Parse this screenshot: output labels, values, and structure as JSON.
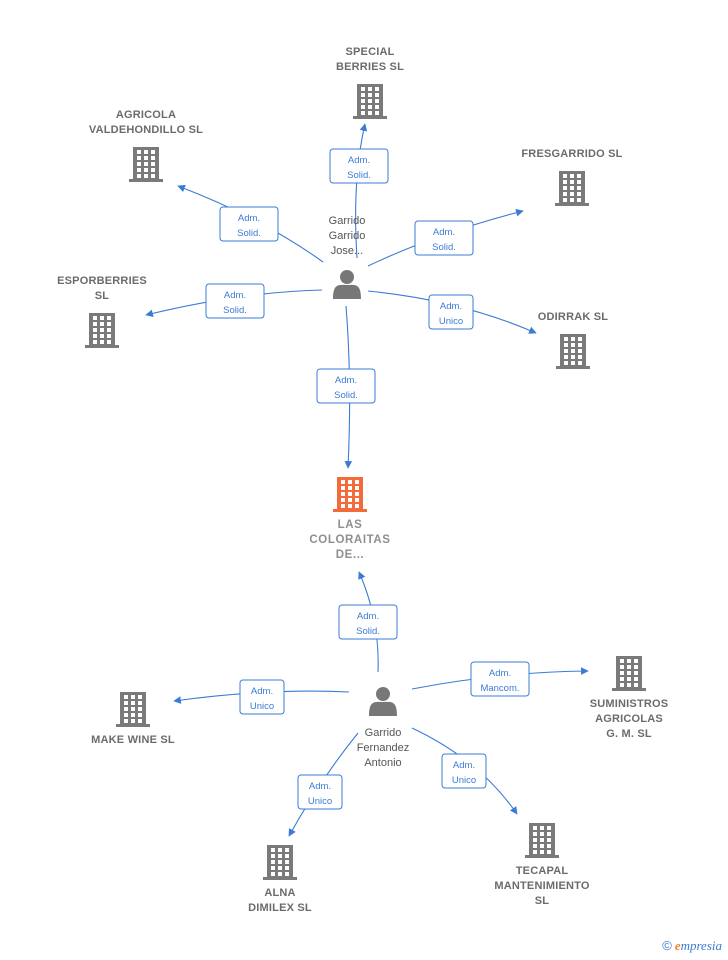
{
  "colors": {
    "edge": "#3b7bd4",
    "building": "#7a7a7a",
    "building_focus": "#f26b3a",
    "person": "#777777"
  },
  "companies": [
    {
      "id": "special",
      "lines": [
        "SPECIAL",
        "BERRIES  SL"
      ],
      "focus": false
    },
    {
      "id": "agricola",
      "lines": [
        "AGRICOLA",
        "VALDEHONDILLO SL"
      ],
      "focus": false
    },
    {
      "id": "fresgarrido",
      "lines": [
        "FRESGARRIDO SL"
      ],
      "focus": false
    },
    {
      "id": "esporberries",
      "lines": [
        "ESPORBERRIES",
        "SL"
      ],
      "focus": false
    },
    {
      "id": "odirrak",
      "lines": [
        "ODIRRAK  SL"
      ],
      "focus": false
    },
    {
      "id": "coloraitas",
      "lines": [
        "LAS",
        "COLORAITAS",
        "DE..."
      ],
      "focus": true
    },
    {
      "id": "makewine",
      "lines": [
        "MAKE WINE  SL"
      ],
      "focus": false
    },
    {
      "id": "suministros",
      "lines": [
        "SUMINISTROS",
        "AGRICOLAS",
        "G. M.  SL"
      ],
      "focus": false
    },
    {
      "id": "tecapal",
      "lines": [
        "TECAPAL",
        "MANTENIMIENTO",
        "SL"
      ],
      "focus": false
    },
    {
      "id": "alna",
      "lines": [
        "ALNA",
        "DIMILEX  SL"
      ],
      "focus": false
    }
  ],
  "people": [
    {
      "id": "garrido_jose",
      "lines": [
        "Garrido",
        "Garrido",
        "Jose..."
      ]
    },
    {
      "id": "garrido_antonio",
      "lines": [
        "Garrido",
        "Fernandez",
        "Antonio"
      ]
    }
  ],
  "edges": [
    {
      "from": "garrido_jose",
      "to": "special",
      "role": [
        "Adm.",
        "Solid."
      ]
    },
    {
      "from": "garrido_jose",
      "to": "agricola",
      "role": [
        "Adm.",
        "Solid."
      ]
    },
    {
      "from": "garrido_jose",
      "to": "fresgarrido",
      "role": [
        "Adm.",
        "Solid."
      ]
    },
    {
      "from": "garrido_jose",
      "to": "esporberries",
      "role": [
        "Adm.",
        "Solid."
      ]
    },
    {
      "from": "garrido_jose",
      "to": "odirrak",
      "role": [
        "Adm.",
        "Unico"
      ]
    },
    {
      "from": "garrido_jose",
      "to": "coloraitas",
      "role": [
        "Adm.",
        "Solid."
      ]
    },
    {
      "from": "garrido_antonio",
      "to": "coloraitas",
      "role": [
        "Adm.",
        "Solid."
      ]
    },
    {
      "from": "garrido_antonio",
      "to": "makewine",
      "role": [
        "Adm.",
        "Unico"
      ]
    },
    {
      "from": "garrido_antonio",
      "to": "suministros",
      "role": [
        "Adm.",
        "Mancom."
      ]
    },
    {
      "from": "garrido_antonio",
      "to": "tecapal",
      "role": [
        "Adm.",
        "Unico"
      ]
    },
    {
      "from": "garrido_antonio",
      "to": "alna",
      "role": [
        "Adm.",
        "Unico"
      ]
    }
  ],
  "brand": {
    "copyright": "©",
    "name_initial": "e",
    "name_rest": "mpresia"
  }
}
